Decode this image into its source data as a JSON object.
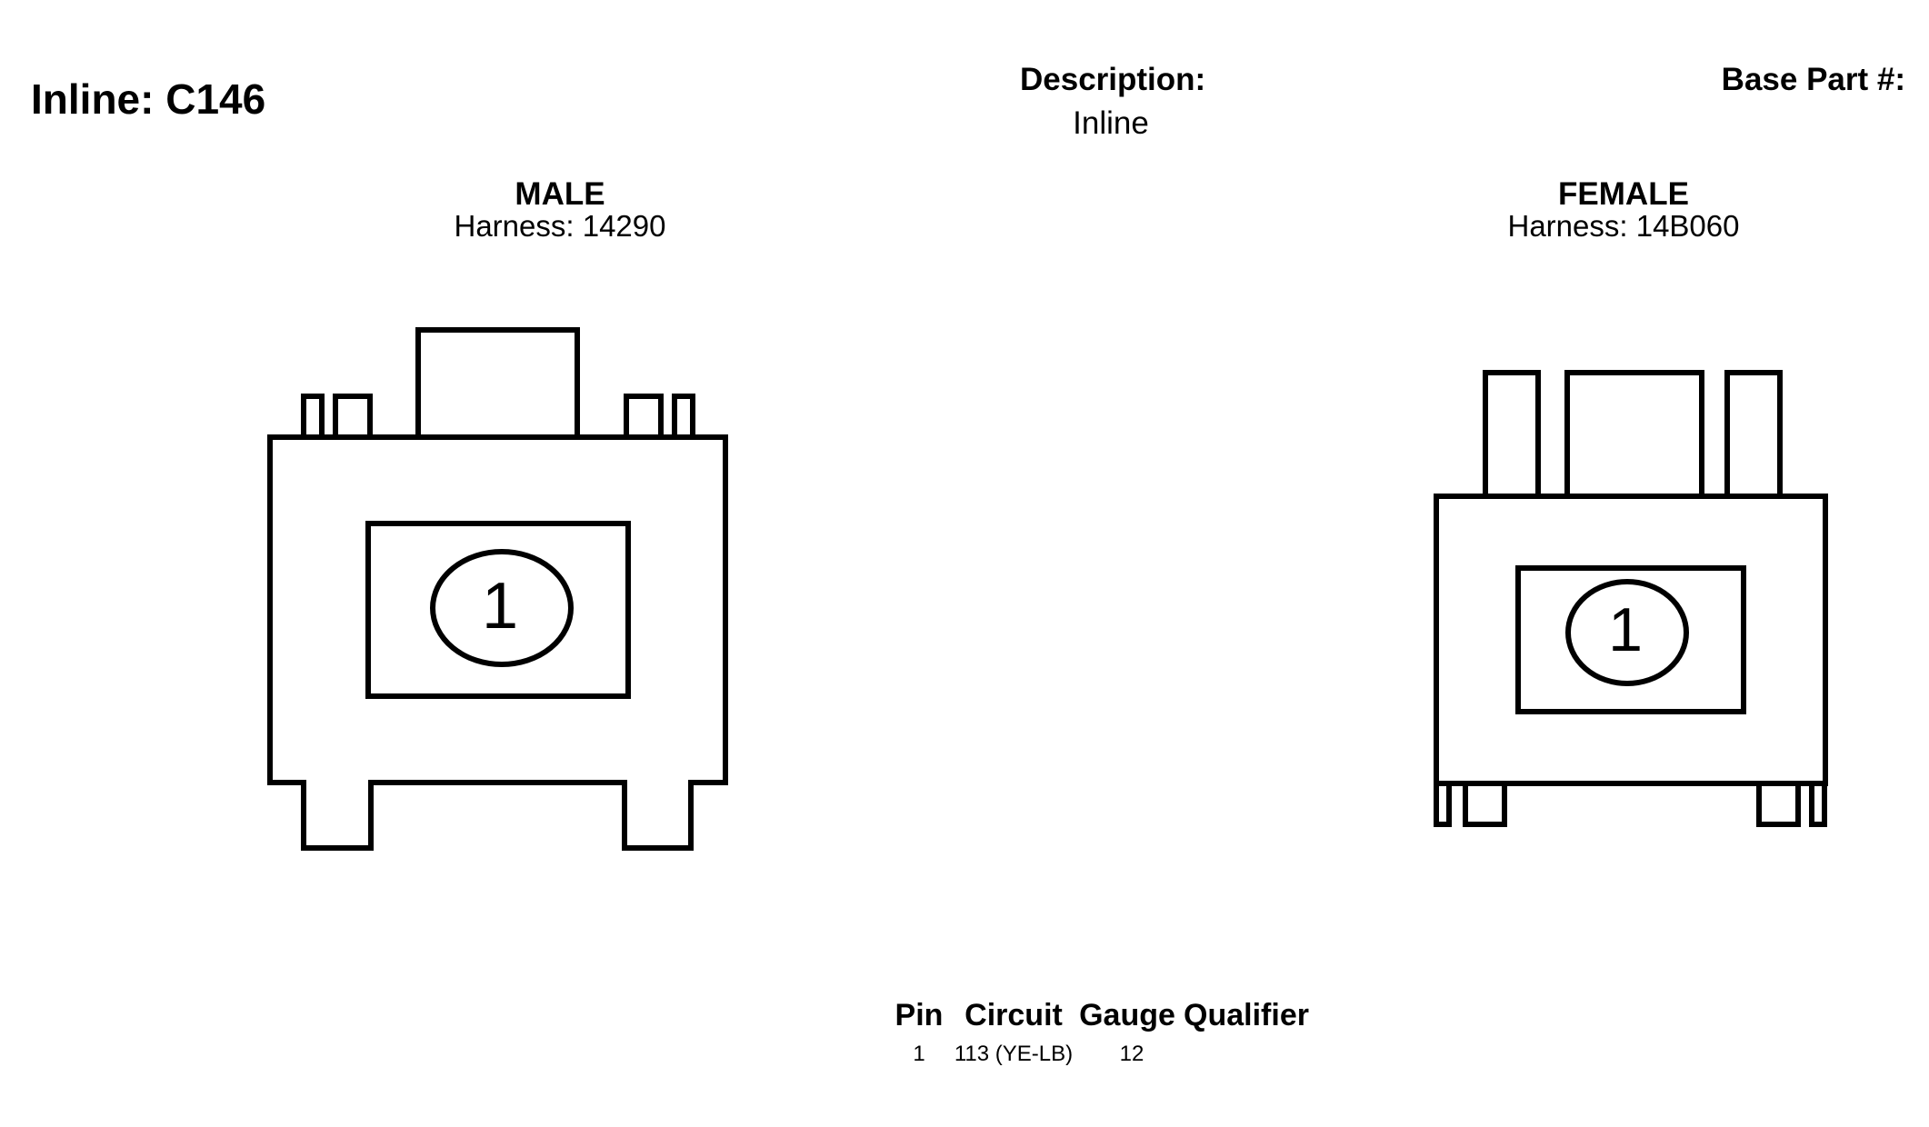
{
  "header": {
    "title": "Inline: C146",
    "description_label": "Description:",
    "description_value": "Inline",
    "base_part_label": "Base Part #:"
  },
  "male": {
    "title": "MALE",
    "harness": "Harness: 14290",
    "pin_label": "1"
  },
  "female": {
    "title": "FEMALE",
    "harness": "Harness: 14B060",
    "pin_label": "1"
  },
  "table": {
    "headers": [
      "Pin",
      "Circuit",
      "Gauge",
      "Qualifier"
    ],
    "rows": [
      {
        "pin": "1",
        "circuit": "113 (YE-LB)",
        "gauge": "12",
        "qualifier": ""
      }
    ]
  },
  "colors": {
    "stroke": "#000000",
    "background": "#ffffff"
  }
}
